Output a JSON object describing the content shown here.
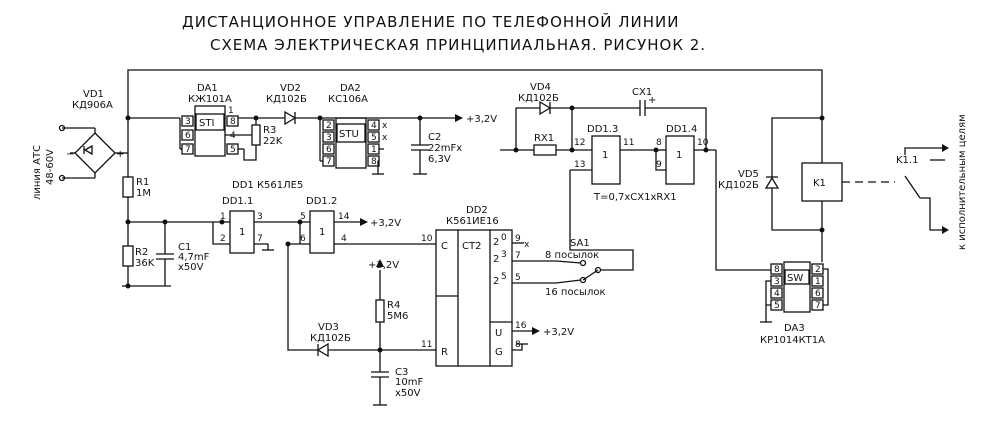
{
  "title": "ДИСТАНЦИОННОЕ УПРАВЛЕНИЕ ПО ТЕЛЕФОННОЙ ЛИНИИ",
  "subtitle": "СХЕМА ЭЛЕКТРИЧЕСКАЯ ПРИНЦИПИАЛЬНАЯ. РИСУНОК 2.",
  "line_label": "линия АТС",
  "line_voltage": "48-60V",
  "output_label": "к исполнительным целям",
  "labels": {
    "vd1": "VD1",
    "vd1_type": "КД906А",
    "r1": "R1",
    "r1_val": "1M",
    "r2": "R2",
    "r2_val": "36K",
    "c1": "C1",
    "c1_val": "4,7mF",
    "c1_v": "x50V",
    "da1": "DA1",
    "da1_type": "КЖ101А",
    "sti": "STI",
    "vd2": "VD2",
    "vd2_type": "КД102Б",
    "r3": "R3",
    "r3_val": "22K",
    "da2": "DA2",
    "da2_type": "КС106А",
    "stu": "STU",
    "c2": "C2",
    "c2_val": "22mFx",
    "c2_v": "6,3V",
    "v32": "+3,2V",
    "dd1": "DD1 К561ЛЕ5",
    "dd11": "DD1.1",
    "dd12": "DD1.2",
    "dd13": "DD1.3",
    "dd14": "DD1.4",
    "one": "1",
    "dd2": "DD2",
    "dd2_type": "К561ИЕ16",
    "ct2": "CT2",
    "pin_c": "C",
    "pin_r": "R",
    "pin_u": "U",
    "pin_g": "G",
    "two": "2",
    "exp0": "0",
    "exp3": "3",
    "exp5": "5",
    "r4": "R4",
    "r4_val": "5M6",
    "vd3": "VD3",
    "vd3_type": "КД102Б",
    "c3": "C3",
    "c3_val": "10mF",
    "c3_v": "x50V",
    "vd4": "VD4",
    "vd4_type": "КД102Б",
    "rx1": "RX1",
    "cx1": "CX1",
    "formula": "T=0,7xCX1xRX1",
    "sa1": "SA1",
    "sa1_8": "8 посылок",
    "sa1_16": "16 посылок",
    "vd5": "VD5",
    "vd5_type": "КД102Б",
    "k1": "K1",
    "k11": "K1.1",
    "da3": "DA3",
    "da3_type": "КР1014КТ1А",
    "sw": "SW",
    "plus": "+",
    "minus": "−",
    "x": "x"
  },
  "pins": {
    "p1": "1",
    "p2": "2",
    "p3": "3",
    "p4": "4",
    "p5": "5",
    "p6": "6",
    "p7": "7",
    "p8": "8",
    "p9": "9",
    "p10": "10",
    "p11": "11",
    "p12": "12",
    "p13": "13",
    "p14": "14",
    "p16": "16"
  }
}
